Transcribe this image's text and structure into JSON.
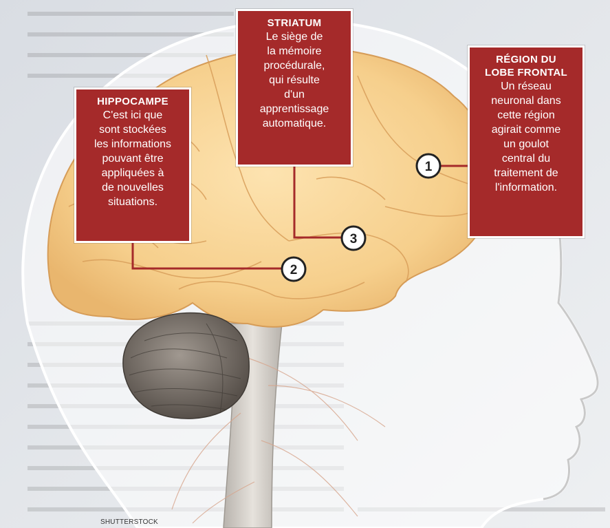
{
  "callouts": {
    "striatum": {
      "title": "STRIATUM",
      "body": "Le siège de\nla mémoire\nprocédurale,\nqui résulte\nd'un\napprentissage\nautomatique."
    },
    "hippocampe": {
      "title": "HIPPOCAMPE",
      "body": "C'est ici que\nsont stockées\nles informations\npouvant être\nappliquées à\nde nouvelles\nsituations."
    },
    "frontal": {
      "title": "RÉGION DU\nLOBE FRONTAL",
      "body": "Un réseau\nneuronal dans\ncette région\nagirait comme\nun goulot\ncentral du\ntraitement de\nl'information."
    }
  },
  "markers": {
    "one": "1",
    "two": "2",
    "three": "3"
  },
  "credit": "SHUTTERSTOCK",
  "colors": {
    "callout_bg": "#a52a2a",
    "leader_line": "#a52a2a",
    "brain": "#f6cf8c",
    "cerebellum": "#6f6760"
  }
}
